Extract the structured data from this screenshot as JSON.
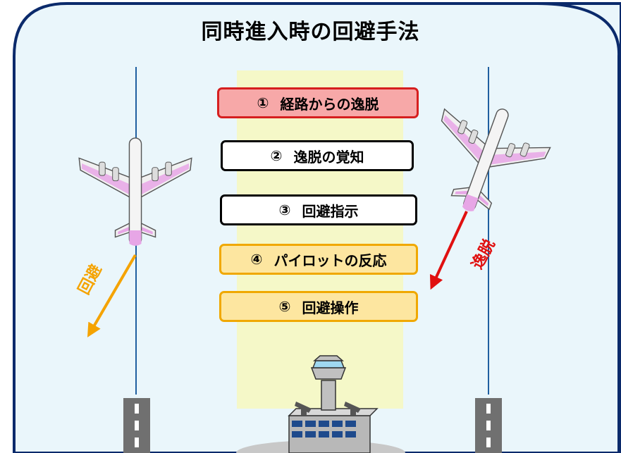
{
  "title": "同時進入時の回避手法",
  "steps": [
    {
      "num": "①",
      "label": "経路からの逸脱"
    },
    {
      "num": "②",
      "label": "逸脱の覚知"
    },
    {
      "num": "③",
      "label": "回避指示"
    },
    {
      "num": "④",
      "label": "パイロットの反応"
    },
    {
      "num": "⑤",
      "label": "回避操作"
    }
  ],
  "labels": {
    "avoid": "回避",
    "deviate": "逸脱"
  },
  "colors": {
    "frame_border": "#0b2a6b",
    "frame_fill": "#eaf6fb",
    "center_band": "#f5f8c8",
    "step1_fill": "#f7a8a8",
    "step1_border": "#d61f1f",
    "step45_fill": "#fde6a0",
    "step45_border": "#f0a800",
    "avoid_arrow": "#f5a300",
    "deviate_arrow": "#e01010",
    "runway_line": "#1f5fa0",
    "plane_body": "#f4f4f4",
    "plane_accent": "#e7a6e6"
  },
  "icons": [
    "airplane-icon",
    "control-tower-icon",
    "radar-icon",
    "runway-icon",
    "arrow-icon"
  ]
}
